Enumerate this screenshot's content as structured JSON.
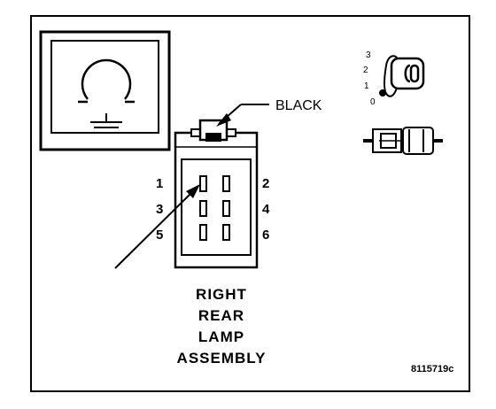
{
  "callout": {
    "wire_color": "BLACK"
  },
  "connector": {
    "pins": [
      {
        "num": "1"
      },
      {
        "num": "2"
      },
      {
        "num": "3"
      },
      {
        "num": "4"
      },
      {
        "num": "5"
      },
      {
        "num": "6"
      }
    ]
  },
  "title": {
    "lines": [
      "RIGHT",
      "REAR",
      "LAMP",
      "ASSEMBLY"
    ]
  },
  "ignition_key": {
    "positions": [
      "3",
      "2",
      "1",
      "0"
    ]
  },
  "figure_id": "8115719c"
}
